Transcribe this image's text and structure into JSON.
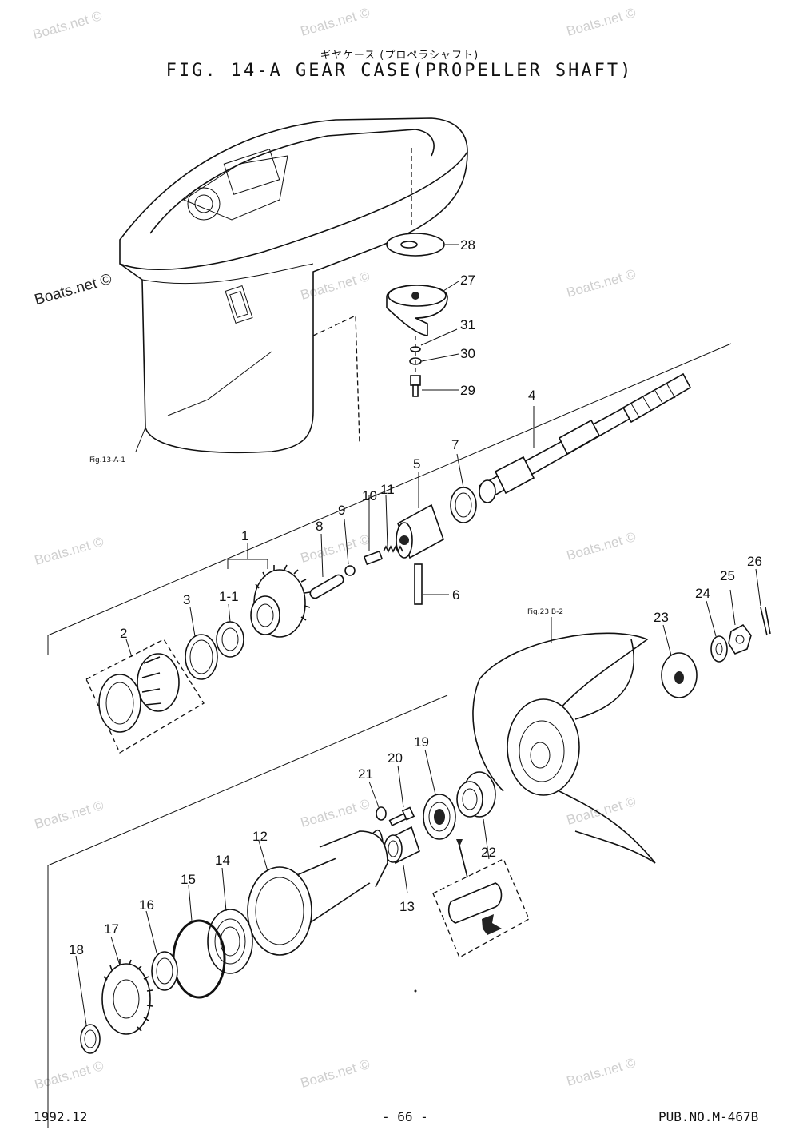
{
  "header": {
    "subtitle": "ギヤケース (プロペラシャフト)",
    "title": "FIG. 14-A GEAR CASE(PROPELLER SHAFT)"
  },
  "footer": {
    "date": "1992.12",
    "page": "- 66 -",
    "pub_no": "PUB.NO.M-467B"
  },
  "watermark": {
    "text": "Boats.net ©"
  },
  "references": {
    "gear_case": "Fig.13-A-1",
    "propeller": "Fig.23 B-2"
  },
  "callouts": [
    "1",
    "1-1",
    "2",
    "3",
    "4",
    "5",
    "6",
    "7",
    "8",
    "9",
    "10",
    "11",
    "12",
    "13",
    "14",
    "15",
    "16",
    "17",
    "18",
    "19",
    "20",
    "21",
    "22",
    "23",
    "24",
    "25",
    "26",
    "27",
    "28",
    "29",
    "30",
    "31"
  ]
}
